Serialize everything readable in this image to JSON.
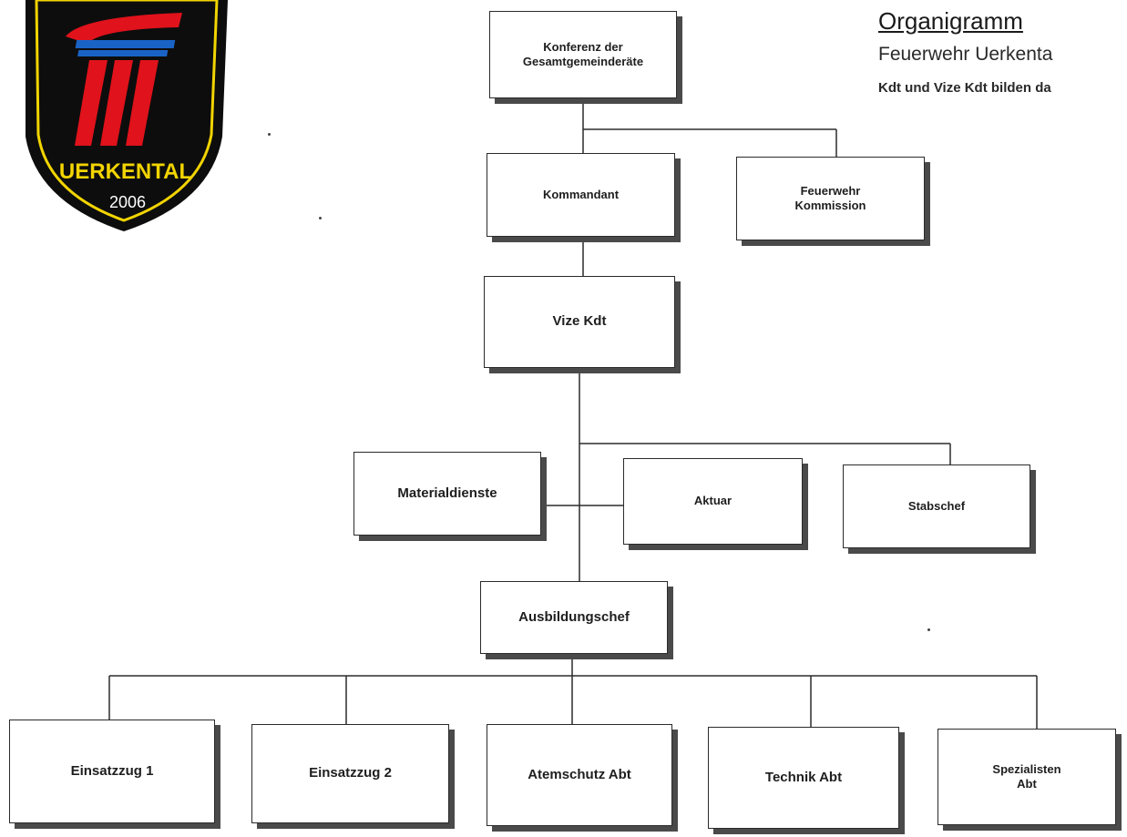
{
  "header": {
    "title": "Organigramm",
    "subtitle": "Feuerwehr Uerkenta",
    "note": "Kdt und Vize Kdt bilden da"
  },
  "logo": {
    "name": "UERKENTAL",
    "year": "2006",
    "colors": {
      "shield": "#0d0d0d",
      "rim": "#f2d400",
      "red": "#e0121b",
      "blue": "#1a63c6"
    }
  },
  "orgchart": {
    "nodes": [
      {
        "id": "konferenz",
        "label": "Konferenz der\nGesamtgemeinderäte"
      },
      {
        "id": "kommandant",
        "label": "Kommandant"
      },
      {
        "id": "kommission",
        "label": "Feuerwehr\nKommission"
      },
      {
        "id": "vizekdt",
        "label": "Vize Kdt"
      },
      {
        "id": "material",
        "label": "Materialdienste"
      },
      {
        "id": "aktuar",
        "label": "Aktuar"
      },
      {
        "id": "stabschef",
        "label": "Stabschef"
      },
      {
        "id": "ausbildung",
        "label": "Ausbildungschef"
      },
      {
        "id": "ez1",
        "label": "Einsatzzug 1"
      },
      {
        "id": "ez2",
        "label": "Einsatzzug 2"
      },
      {
        "id": "atemschutz",
        "label": "Atemschutz Abt"
      },
      {
        "id": "technik",
        "label": "Technik Abt"
      },
      {
        "id": "spezialisten",
        "label": "Spezialisten\nAbt"
      }
    ],
    "edges": [
      [
        "konferenz",
        "kommandant"
      ],
      [
        "konferenz",
        "kommission"
      ],
      [
        "kommandant",
        "vizekdt"
      ],
      [
        "vizekdt",
        "material"
      ],
      [
        "vizekdt",
        "aktuar"
      ],
      [
        "vizekdt",
        "stabschef"
      ],
      [
        "vizekdt",
        "ausbildung"
      ],
      [
        "ausbildung",
        "ez1"
      ],
      [
        "ausbildung",
        "ez2"
      ],
      [
        "ausbildung",
        "atemschutz"
      ],
      [
        "ausbildung",
        "technik"
      ],
      [
        "ausbildung",
        "spezialisten"
      ]
    ]
  }
}
